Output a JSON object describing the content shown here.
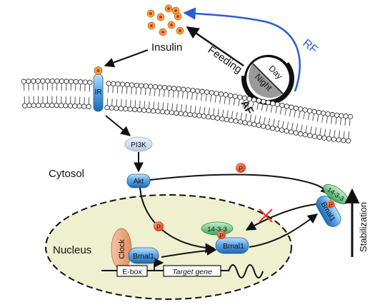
{
  "labels": {
    "insulin": "Insulin",
    "feeding": "Feeding",
    "rf": "RF",
    "af": "AF",
    "day": "Day",
    "night": "Night",
    "ir": "IR",
    "pi3k": "PI3K",
    "akt": "Akt",
    "cytosol": "Cytosol",
    "nucleus": "Nucleus",
    "clock": "Clock",
    "bmal1": "Bmal1",
    "ebox": "E-box",
    "target_gene": "Target gene",
    "p": "P",
    "protein_1433": "14-3-3",
    "stabilization": "Stabilization"
  },
  "colors": {
    "rf_arrow": "#2a5fd0",
    "phospho": "#e8431a",
    "nucleus_fill": "#eef0d0",
    "protein_blue": "#3d8fd6",
    "protein_1433": "#3cae5a",
    "clock": "#e8a07a",
    "inhibit_cross": "#e8302a"
  }
}
